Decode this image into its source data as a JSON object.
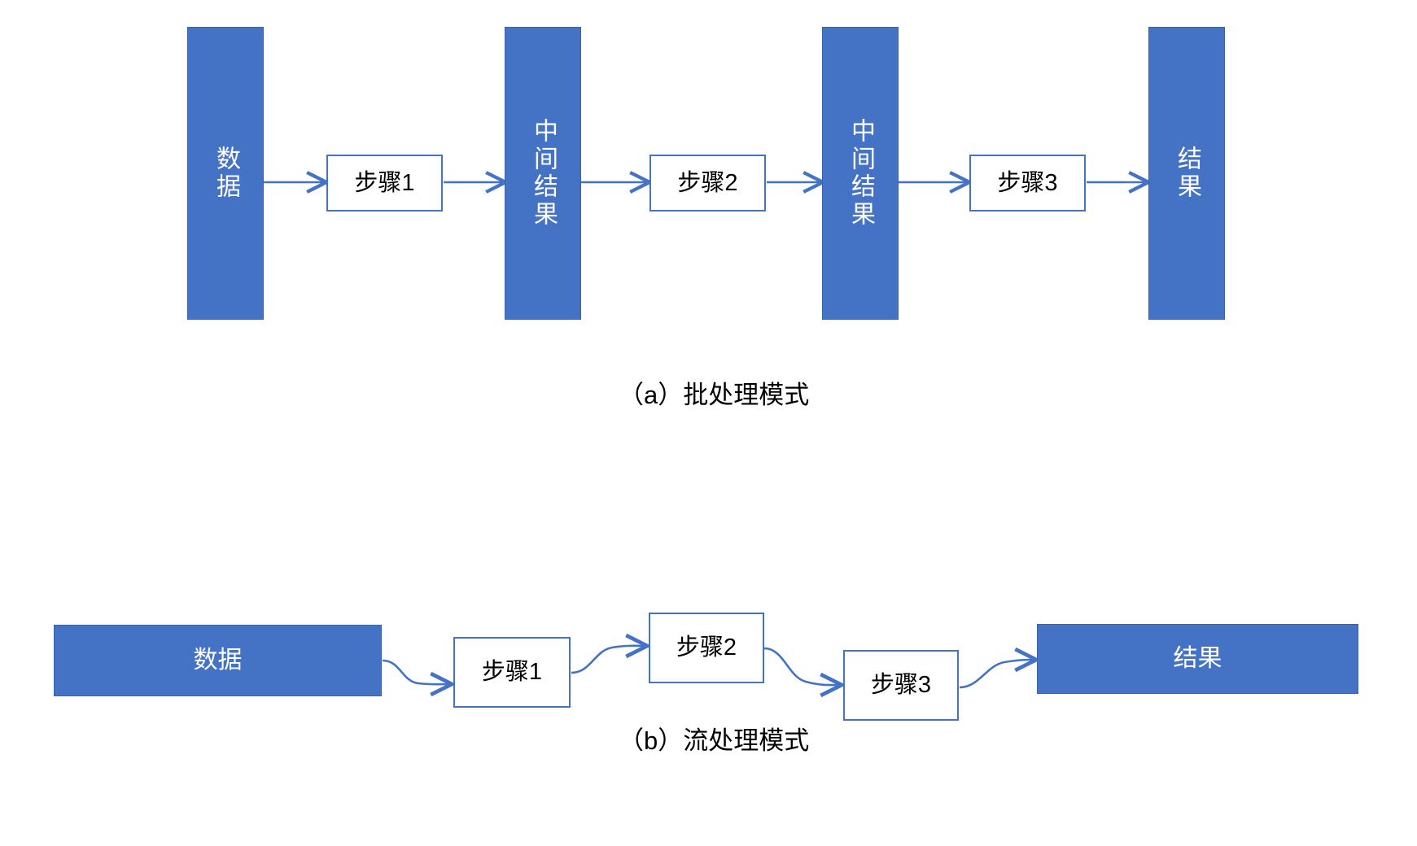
{
  "figure": {
    "background_color": "#ffffff",
    "accent_fill": "#4472C4",
    "accent_stroke": "#4472C4",
    "text_on_fill": "#ffffff",
    "text_on_outline": "#000000"
  },
  "panels": [
    {
      "id": "panel-a",
      "caption": "（a）批处理模式",
      "connector_style": "straight-arrow",
      "nodes": [
        {
          "key": "data",
          "label": "数据",
          "style": "fill",
          "orientation": "vertical"
        },
        {
          "key": "step1",
          "label": "步骤1",
          "style": "outline",
          "orientation": "horizontal"
        },
        {
          "key": "inter1",
          "label": "中间结果",
          "style": "fill",
          "orientation": "vertical"
        },
        {
          "key": "step2",
          "label": "步骤2",
          "style": "outline",
          "orientation": "horizontal"
        },
        {
          "key": "inter2",
          "label": "中间结果",
          "style": "fill",
          "orientation": "vertical"
        },
        {
          "key": "step3",
          "label": "步骤3",
          "style": "outline",
          "orientation": "horizontal"
        },
        {
          "key": "result",
          "label": "结果",
          "style": "fill",
          "orientation": "vertical"
        }
      ]
    },
    {
      "id": "panel-b",
      "caption": "（b）流处理模式",
      "connector_style": "curved-arrow",
      "nodes": [
        {
          "key": "data",
          "label": "数据",
          "style": "fill",
          "orientation": "horizontal"
        },
        {
          "key": "step1",
          "label": "步骤1",
          "style": "outline",
          "orientation": "horizontal"
        },
        {
          "key": "step2",
          "label": "步骤2",
          "style": "outline",
          "orientation": "horizontal"
        },
        {
          "key": "step3",
          "label": "步骤3",
          "style": "outline",
          "orientation": "horizontal"
        },
        {
          "key": "result",
          "label": "结果",
          "style": "fill",
          "orientation": "horizontal"
        }
      ]
    }
  ],
  "chart_data": {
    "type": "diagram",
    "title": "",
    "subfigures": [
      {
        "tag": "(a)",
        "caption": "（a）批处理模式",
        "flow": [
          "数据",
          "步骤1",
          "中间结果",
          "步骤2",
          "中间结果",
          "步骤3",
          "结果"
        ],
        "edges": [
          [
            "数据",
            "步骤1"
          ],
          [
            "步骤1",
            "中间结果"
          ],
          [
            "中间结果",
            "步骤2"
          ],
          [
            "步骤2",
            "中间结果"
          ],
          [
            "中间结果",
            "步骤3"
          ],
          [
            "步骤3",
            "结果"
          ]
        ],
        "edge_shape": "straight"
      },
      {
        "tag": "(b)",
        "caption": "（b）流处理模式",
        "flow": [
          "数据",
          "步骤1",
          "步骤2",
          "步骤3",
          "结果"
        ],
        "edges": [
          [
            "数据",
            "步骤1"
          ],
          [
            "步骤1",
            "步骤2"
          ],
          [
            "步骤2",
            "步骤3"
          ],
          [
            "步骤3",
            "结果"
          ]
        ],
        "edge_shape": "curved"
      }
    ]
  }
}
